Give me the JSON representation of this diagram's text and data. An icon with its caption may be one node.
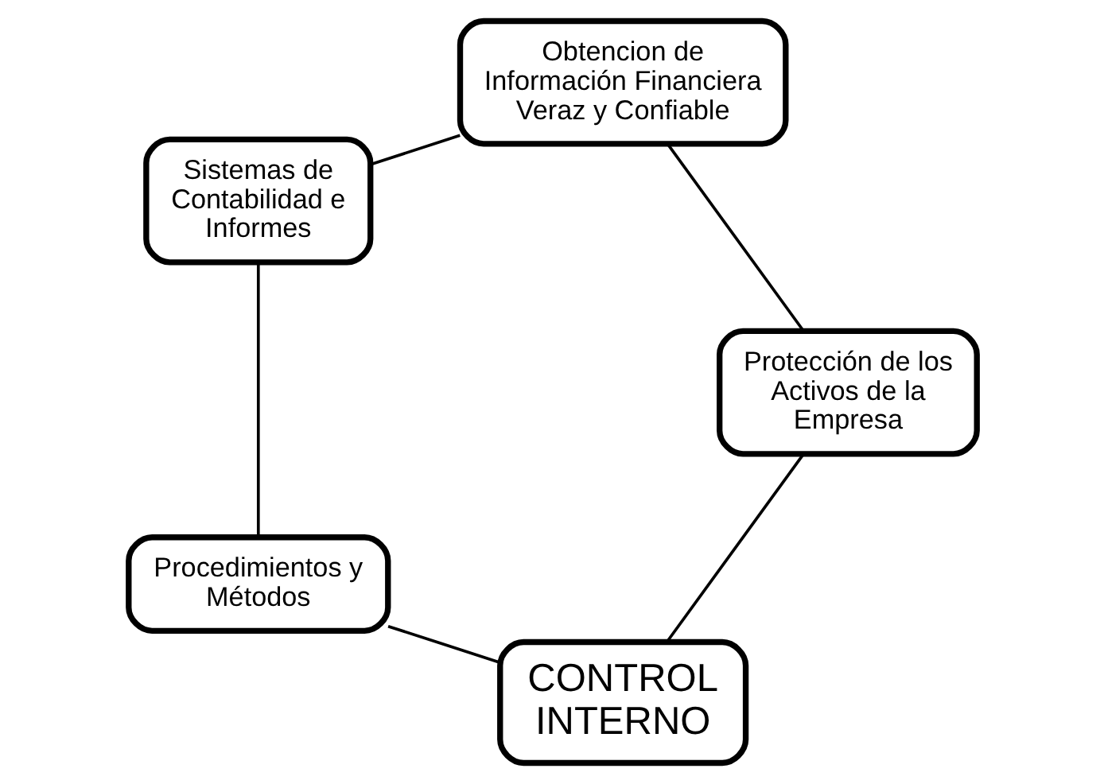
{
  "diagram": {
    "nodes": [
      {
        "text": [
          "CONTROL INTERNO"
        ]
      },
      {
        "text": [
          "Procedimientos y Métodos"
        ]
      },
      {
        "text": [
          "Sistemas de Contabilidad e Informes"
        ]
      },
      {
        "text": [
          "Obtencion de Información Financiera Veraz y Confiable"
        ]
      },
      {
        "text": [
          "Protección de los Activos de la Empresa"
        ]
      }
    ],
    "edges": [
      {
        "from": 0,
        "to": 1,
        "arrow": "none"
      },
      {
        "from": 1,
        "to": 2,
        "arrow": "none"
      },
      {
        "from": 2,
        "to": 3,
        "arrow": "none"
      },
      {
        "from": 3,
        "to": 4,
        "arrow": "none"
      },
      {
        "from": 4,
        "to": 0,
        "arrow": "none"
      }
    ]
  }
}
